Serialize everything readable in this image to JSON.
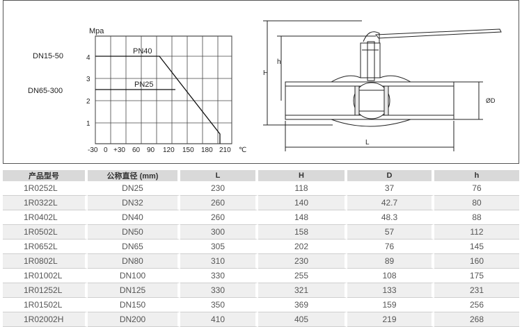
{
  "diagram": {
    "y_unit": "Mpa",
    "left_label_top": "DN15-50",
    "left_label_bottom": "DN65-300",
    "y_ticks": [
      "4",
      "3",
      "2",
      "1"
    ],
    "x_ticks": [
      "-30",
      "0",
      "+30",
      "60",
      "90",
      "120",
      "150",
      "180",
      "210"
    ],
    "x_unit": "℃",
    "series_pn40": "PN40",
    "series_pn25": "PN25",
    "dim_H": "H",
    "dim_h": "h",
    "dim_L": "L",
    "dim_D": "ØD"
  },
  "table": {
    "headers": [
      "产品型号",
      "公称直径 (mm)",
      "L",
      "H",
      "D",
      "h"
    ],
    "rows": [
      [
        "1R0252L",
        "DN25",
        "230",
        "118",
        "37",
        "76"
      ],
      [
        "1R0322L",
        "DN32",
        "260",
        "140",
        "42.7",
        "80"
      ],
      [
        "1R0402L",
        "DN40",
        "260",
        "148",
        "48.3",
        "88"
      ],
      [
        "1R0502L",
        "DN50",
        "300",
        "158",
        "57",
        "112"
      ],
      [
        "1R0652L",
        "DN65",
        "305",
        "202",
        "76",
        "145"
      ],
      [
        "1R0802L",
        "DN80",
        "310",
        "230",
        "89",
        "160"
      ],
      [
        "1R01002L",
        "DN100",
        "330",
        "255",
        "108",
        "175"
      ],
      [
        "1R01252L",
        "DN125",
        "330",
        "321",
        "133",
        "231"
      ],
      [
        "1R01502L",
        "DN150",
        "350",
        "369",
        "159",
        "256"
      ],
      [
        "1R02002H",
        "DN200",
        "410",
        "405",
        "219",
        "268"
      ]
    ]
  },
  "colors": {
    "header_bg": "#d9d9d9",
    "alt_row_bg": "#efefef",
    "line": "#222222"
  }
}
